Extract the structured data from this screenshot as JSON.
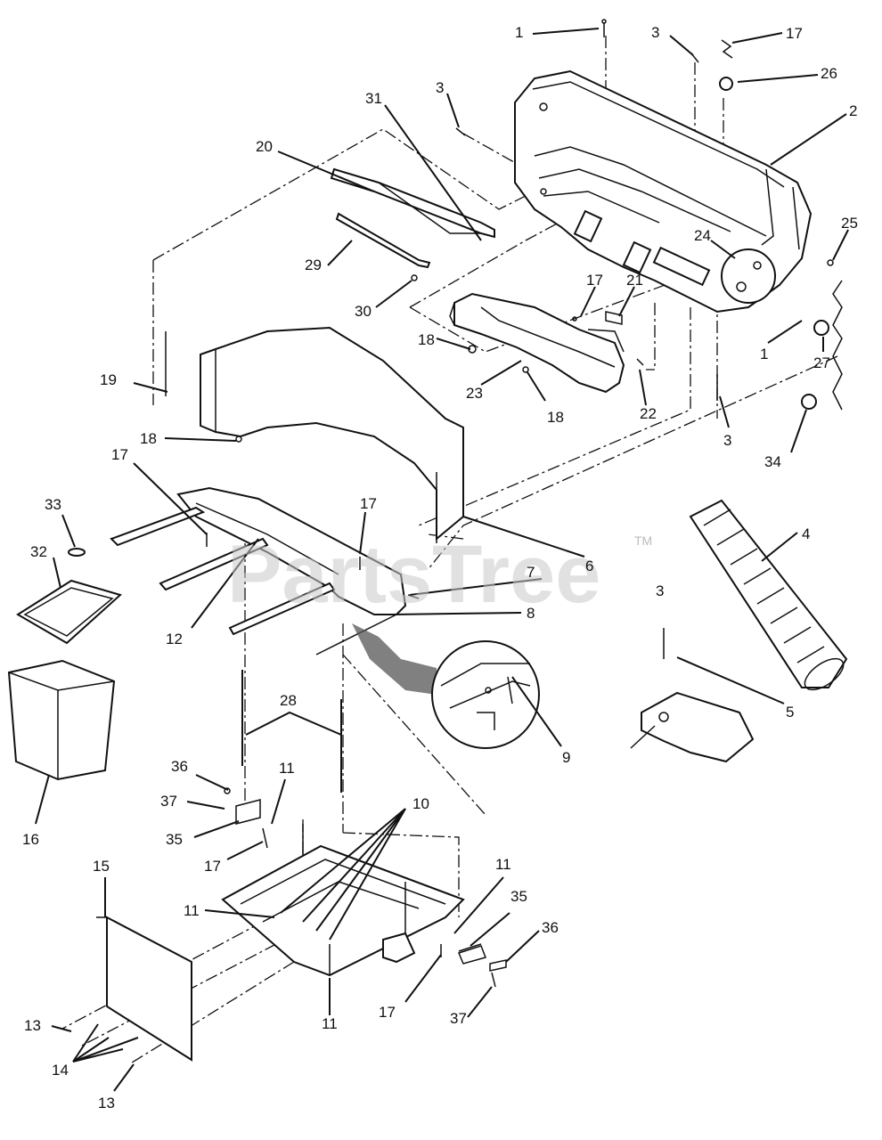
{
  "watermark": {
    "text": "PartsTree",
    "trademark": "TM"
  },
  "callouts": {
    "c1a": "1",
    "c3a": "3",
    "c17a": "17",
    "c26": "26",
    "c2": "2",
    "c3b": "3",
    "c31": "31",
    "c20": "20",
    "c29": "29",
    "c30": "30",
    "c24": "24",
    "c25": "25",
    "c17b": "17",
    "c21": "21",
    "c18a": "18",
    "c23": "23",
    "c18b": "18",
    "c22": "22",
    "c1b": "1",
    "c27": "27",
    "c3c": "3",
    "c34": "34",
    "c19": "19",
    "c18c": "18",
    "c17c": "17",
    "c33": "33",
    "c32": "32",
    "c17d": "17",
    "c6": "6",
    "c4": "4",
    "c7": "7",
    "c8": "8",
    "c12": "12",
    "c3d": "3",
    "c5": "5",
    "c9": "9",
    "c16": "16",
    "c28": "28",
    "c36a": "36",
    "c11a": "11",
    "c37a": "37",
    "c35a": "35",
    "c17e": "17",
    "c10": "10",
    "c15": "15",
    "c11b": "11",
    "c11c": "11",
    "c35b": "35",
    "c36b": "36",
    "c17f": "17",
    "c11d": "11",
    "c37b": "37",
    "c13a": "13",
    "c14": "14",
    "c13b": "13"
  }
}
